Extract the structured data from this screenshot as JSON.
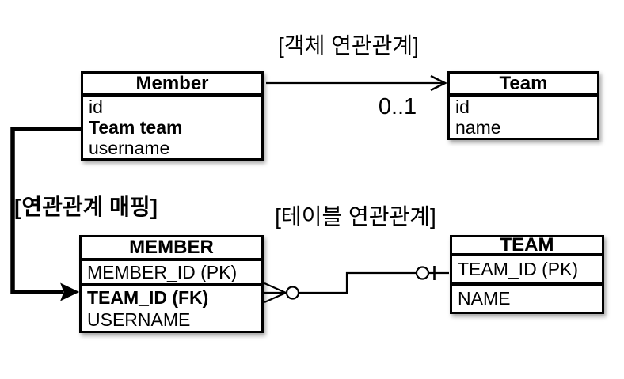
{
  "colors": {
    "ink": "#000000",
    "background": "#ffffff"
  },
  "labels": {
    "object_relation_title": "[객체 연관관계]",
    "table_relation_title": "[테이블 연관관계]",
    "mapping_title": "[연관관계 매핑]",
    "multiplicity": "0..1"
  },
  "object_diagram": {
    "member_class": {
      "title": "Member",
      "fields": [
        "id",
        "Team team",
        "username"
      ]
    },
    "team_class": {
      "title": "Team",
      "fields": [
        "id",
        "name"
      ]
    }
  },
  "table_diagram": {
    "member_table": {
      "title": "MEMBER",
      "columns": [
        "MEMBER_ID (PK)",
        "TEAM_ID (FK)",
        "USERNAME"
      ]
    },
    "team_table": {
      "title": "TEAM",
      "columns": [
        "TEAM_ID (PK)",
        "NAME"
      ]
    }
  }
}
